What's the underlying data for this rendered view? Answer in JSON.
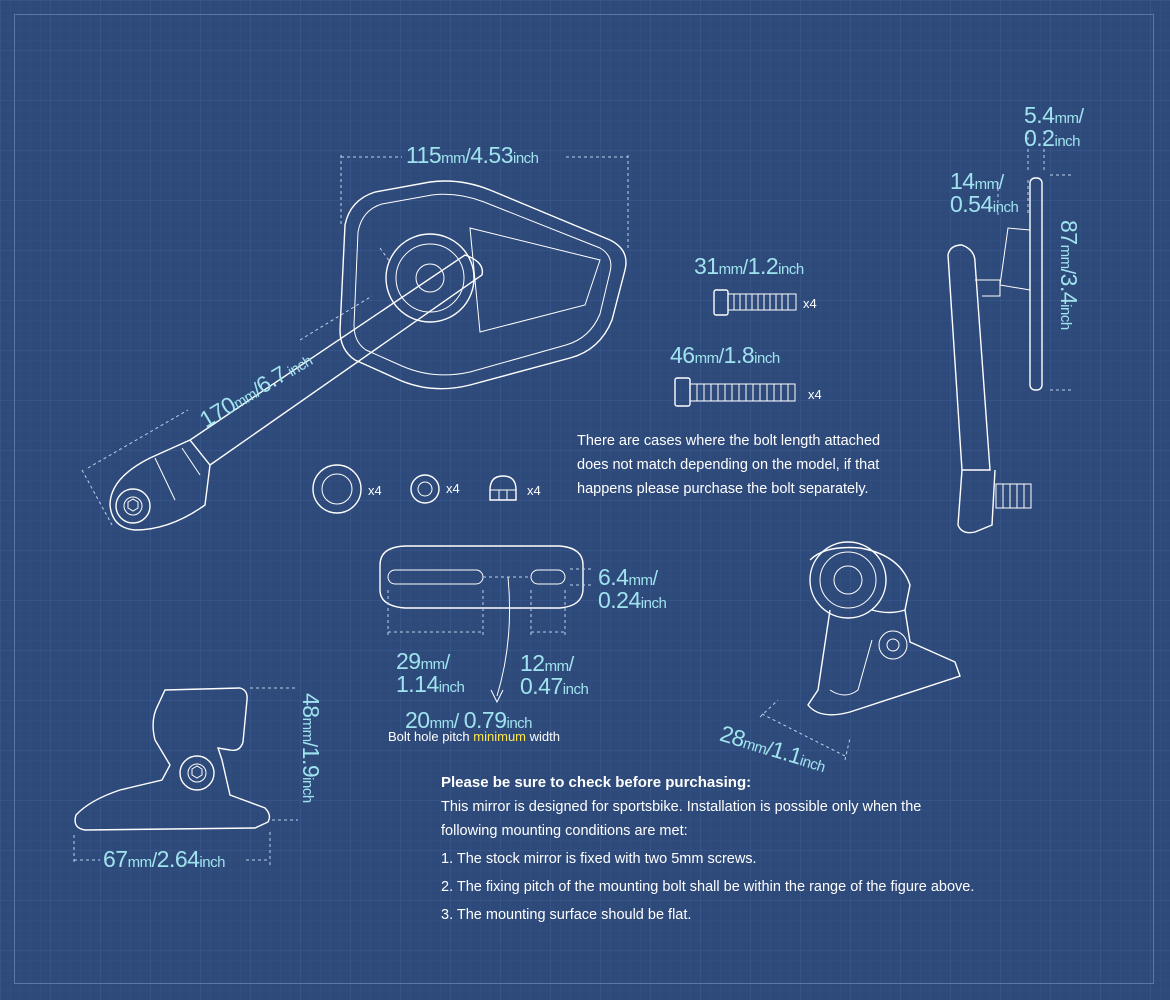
{
  "dimensions": {
    "width_115": {
      "value": "115",
      "unit": "mm",
      "sep": "/",
      "value2": "4.53",
      "unit2": "inch"
    },
    "length_170": {
      "value": "170",
      "unit": "mm",
      "sep": "/",
      "value2": "6.7",
      "unit2": " inch"
    },
    "bolt_31": {
      "value": "31",
      "unit": "mm",
      "sep": "/",
      "value2": "1.2",
      "unit2": "inch"
    },
    "bolt_46": {
      "value": "46",
      "unit": "mm",
      "sep": "/",
      "value2": "1.8",
      "unit2": "inch"
    },
    "thick_5_4": {
      "value": "5.4",
      "unit": "mm",
      "sep": "/",
      "value2": "0.2",
      "unit2": "inch"
    },
    "depth_14": {
      "value": "14",
      "unit": "mm",
      "sep": "/",
      "value2": "0.54",
      "unit2": "inch"
    },
    "height_87": {
      "value": "87",
      "unit": "mm",
      "sep": "/",
      "value2": "3.4",
      "unit2": "inch"
    },
    "slot_6_4": {
      "value": "6.4",
      "unit": "mm",
      "sep": "/",
      "value2": "0.24",
      "unit2": "inch"
    },
    "pitch_29": {
      "value": "29",
      "unit": "mm",
      "sep": "/",
      "value2": "1.14",
      "unit2": "inch"
    },
    "pitch_12": {
      "value": "12",
      "unit": "mm",
      "sep": "/",
      "value2": "0.47",
      "unit2": "inch"
    },
    "pitch_20": {
      "value": "20",
      "unit": "mm",
      "sep": "/ ",
      "value2": "0.79",
      "unit2": "inch"
    },
    "mount_48": {
      "value": "48",
      "unit": "mm",
      "sep": "/",
      "value2": "1.9",
      "unit2": "inch"
    },
    "base_67": {
      "value": "67",
      "unit": "mm",
      "sep": "/",
      "value2": "2.64",
      "unit2": "inch"
    },
    "base_28": {
      "value": "28",
      "unit": "mm",
      "sep": "/",
      "value2": "1.1",
      "unit2": "inch"
    }
  },
  "quantities": {
    "bolt_short": "x4",
    "bolt_long": "x4",
    "washer_large": "x4",
    "washer_small": "x4",
    "nut": "x4"
  },
  "pitch_caption": {
    "before": "Bolt hole pitch ",
    "highlight": "minimum",
    "after": " width"
  },
  "bolt_note": {
    "lines": [
      "There are cases where the bolt length attached",
      "does not match depending on the model, if that",
      "happens please purchase the bolt separately."
    ]
  },
  "purchase_note": {
    "heading": "Please be sure to check before purchasing:",
    "intro": [
      "This mirror is designed for sportsbike. Installation is possible only when the",
      "following mounting conditions are met:"
    ],
    "conditions": [
      "1. The stock mirror is fixed with two 5mm screws.",
      "2. The fixing pitch of the mounting bolt shall be within the range of the figure above.",
      "3. The mounting surface should be flat."
    ]
  },
  "colors": {
    "background": "#2e4a7a",
    "dimension_text": "#9fe3ee",
    "highlight": "#ffe74a",
    "line": "#ffffff"
  }
}
